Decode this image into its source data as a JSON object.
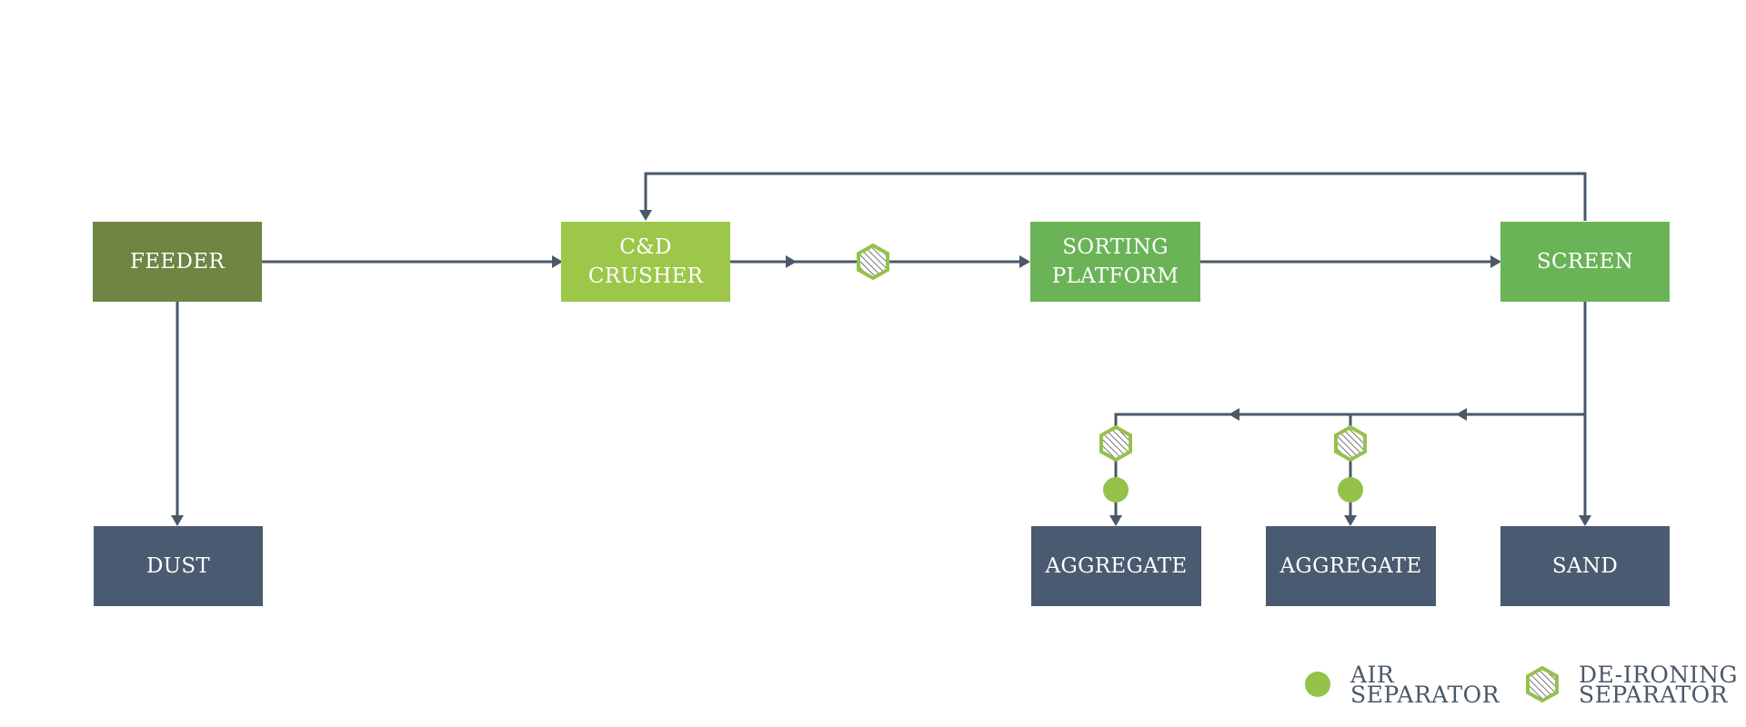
{
  "colors": {
    "line": "#4a5868",
    "feeder": "#6e8543",
    "crusher": "#9cc74a",
    "process": "#6ab357",
    "output": "#4a5a70",
    "marker": "#94c24a"
  },
  "nodes": {
    "feeder": "FEEDER",
    "crusher": "C&D\nCRUSHER",
    "sorting": "SORTING\nPLATFORM",
    "screen": "SCREEN",
    "dust": "DUST",
    "aggregate1": "AGGREGATE",
    "aggregate2": "AGGREGATE",
    "sand": "SAND"
  },
  "legend": {
    "air": "AIR\nSEPARATOR",
    "deironing": "DE-IRONING\nSEPARATOR"
  }
}
